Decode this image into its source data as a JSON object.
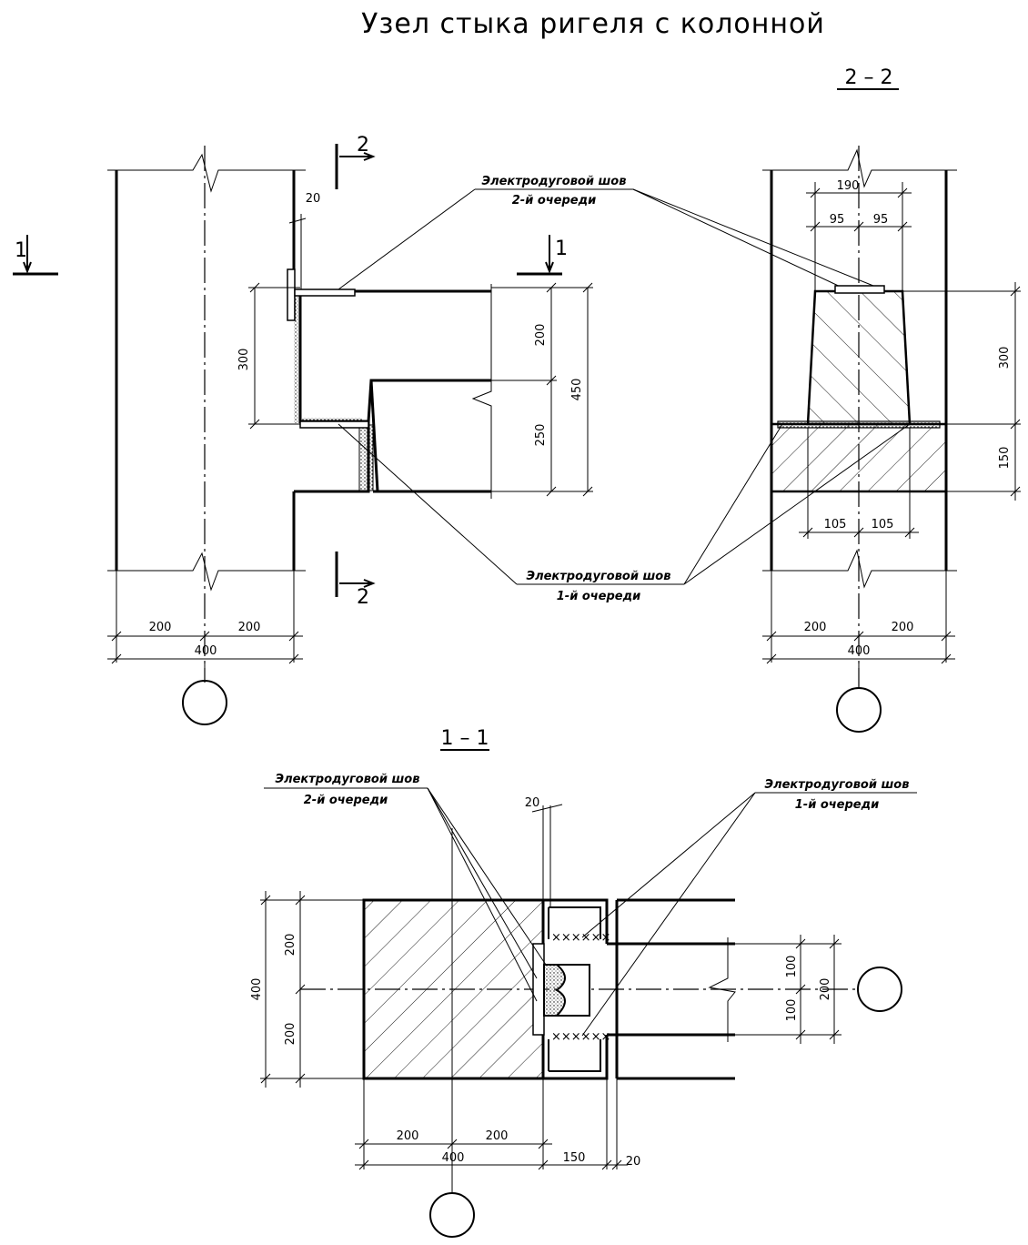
{
  "title": "Узел стыка ригеля с колонной",
  "section_2_2_label": "2 – 2",
  "section_1_1_label": "1 – 1",
  "cut_marks": {
    "one": "1",
    "two": "2"
  },
  "weld_2nd": {
    "line1": "Электродуговой шов",
    "line2": "2-й очереди"
  },
  "weld_1st": {
    "line1": "Электродуговой шов",
    "line2": "1-й очереди"
  },
  "dims": {
    "d20": "20",
    "d300": "300",
    "d200": "200",
    "d250": "250",
    "d450": "450",
    "d400": "400",
    "d190": "190",
    "d95": "95",
    "d105": "105",
    "d150": "150",
    "d100": "100"
  }
}
